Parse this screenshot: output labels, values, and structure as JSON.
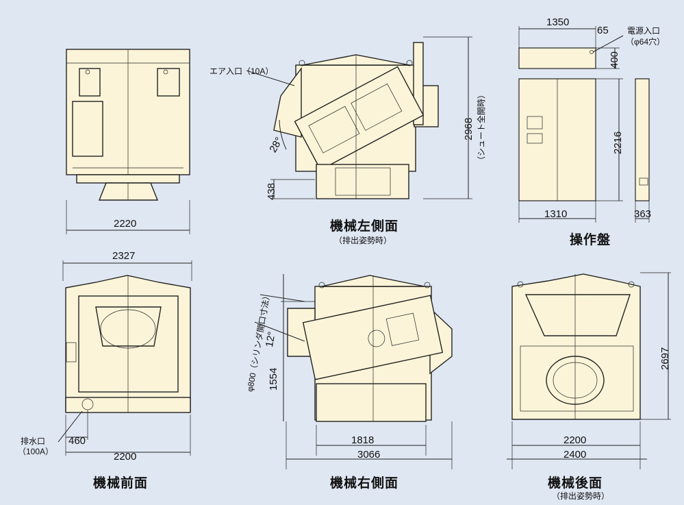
{
  "views": {
    "top_left": {
      "width": "2220"
    },
    "left_side": {
      "title": "機械左側面",
      "subtitle": "（排出姿勢時）",
      "air_inlet": "エア入口（10A）",
      "height": "2968",
      "height_note": "（シュート全開時）",
      "angle": "28°",
      "bottom": "438"
    },
    "control_panel": {
      "title": "操作盤",
      "top_width": "1350",
      "top_offset": "65",
      "top_height": "400",
      "power_inlet": "電源入口",
      "power_hole": "（φ64穴）",
      "height": "2216",
      "width": "1310",
      "depth": "363"
    },
    "front": {
      "title": "機械前面",
      "width_top": "2327",
      "width_bottom": "2200",
      "drain": "排水口",
      "drain_size": "（100A）",
      "drain_offset": "460"
    },
    "right_side": {
      "title": "機械右側面",
      "cylinder": "φ800（シリンダ開口寸法）",
      "angle": "12°",
      "height": "1554",
      "width_inner": "1818",
      "width_total": "3066"
    },
    "rear": {
      "title": "機械後面",
      "subtitle": "（排出姿勢時）",
      "width_inner": "2200",
      "width_total": "2400",
      "height": "2697"
    }
  },
  "colors": {
    "background": "#dfe7f2",
    "machine": "#fbf4d8",
    "line": "#222222"
  }
}
